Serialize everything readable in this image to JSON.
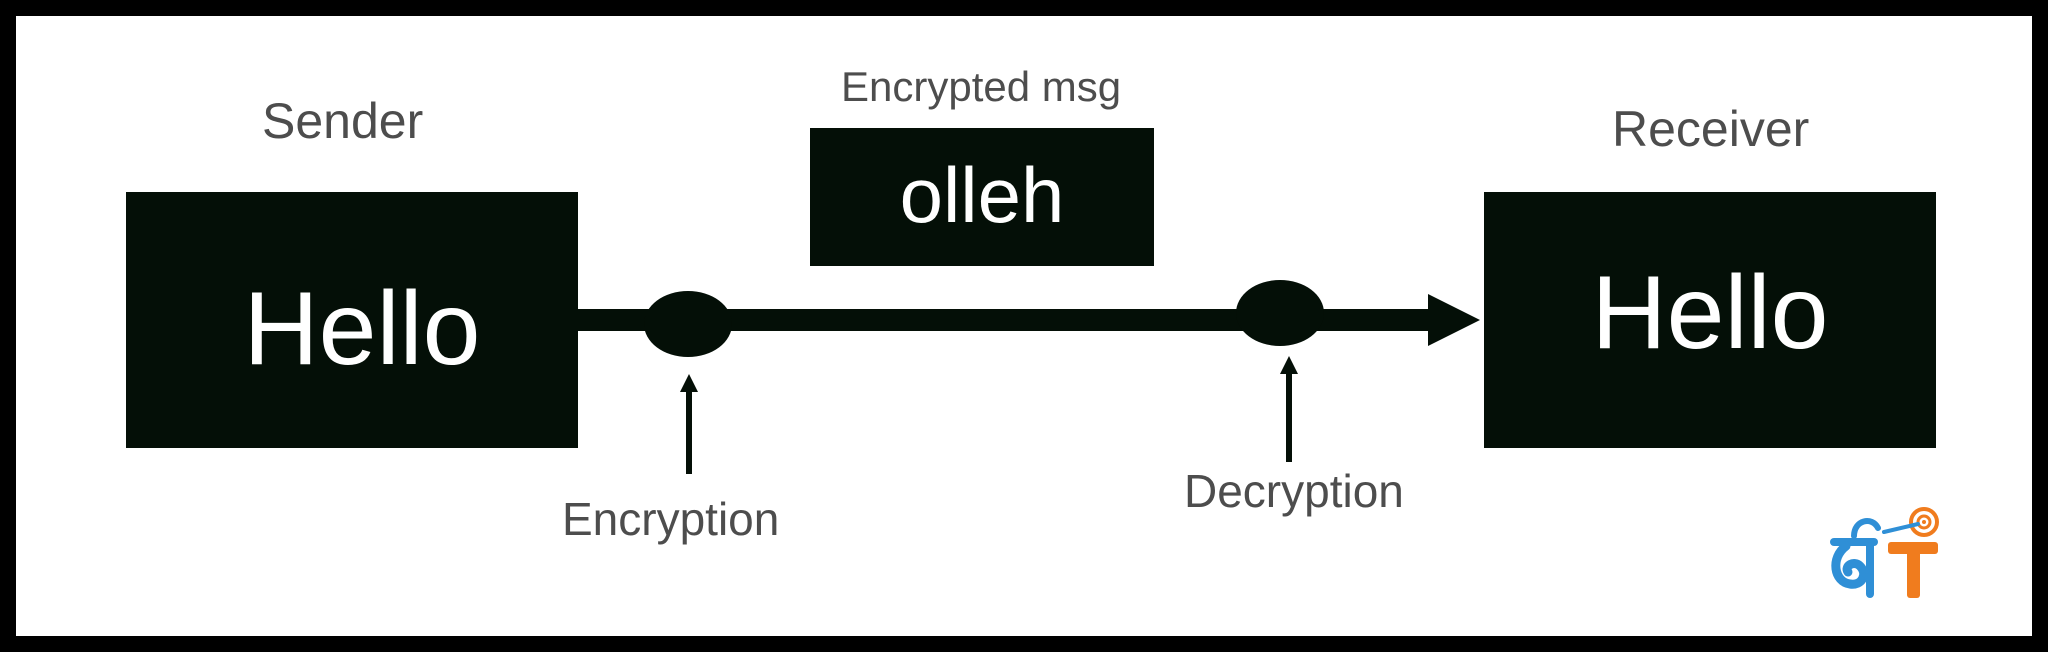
{
  "sender": {
    "label": "Sender",
    "message": "Hello"
  },
  "receiver": {
    "label": "Receiver",
    "message": "Hello"
  },
  "encrypted": {
    "label": "Encrypted msg",
    "message": "olleh"
  },
  "stages": {
    "encryption_label": "Encryption",
    "decryption_label": "Decryption"
  },
  "colors": {
    "box": "#040f07",
    "box_text": "#ffffff",
    "label_text": "#4d4d4d",
    "logo_blue": "#2f8fd6",
    "logo_orange": "#f07c1e"
  },
  "logo": {
    "icon": "brand-logo-icon"
  }
}
